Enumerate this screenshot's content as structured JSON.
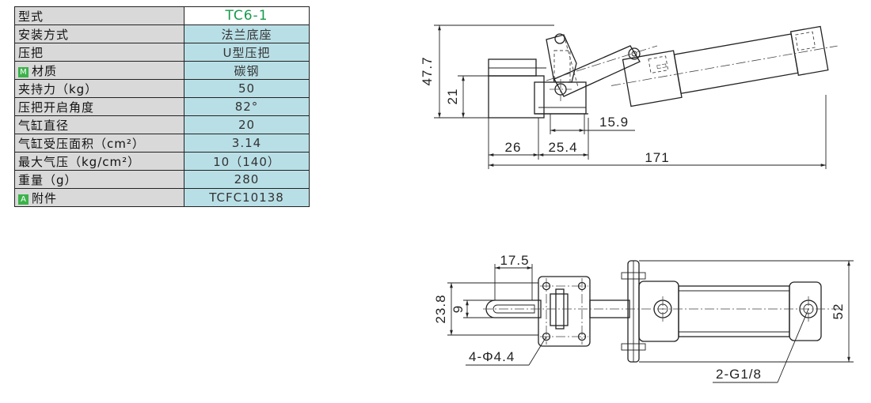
{
  "table": {
    "model_label": "型式",
    "model_value": "TC6-1",
    "rows": [
      {
        "label": "安装方式",
        "value": "法兰底座"
      },
      {
        "label": "压把",
        "value": "U型压把"
      },
      {
        "label": "材质",
        "value": "碳钢",
        "badge": "M"
      },
      {
        "label": "夹持力（kg）",
        "value": "50"
      },
      {
        "label": "压把开启角度",
        "value": "82°"
      },
      {
        "label": "气缸直径",
        "value": "20"
      },
      {
        "label": "气缸受压面积（cm²）",
        "value": "3.14"
      },
      {
        "label": "最大气压（kg/cm²）",
        "value": "10（140）"
      },
      {
        "label": "重量（g）",
        "value": "280"
      },
      {
        "label": "附件",
        "value": "TCFC10138",
        "badge": "A"
      }
    ]
  },
  "side_view_dims": {
    "height_total": "47.7",
    "height_base": "21",
    "offset": "15.9",
    "left": "26",
    "mid": "25.4",
    "length": "171"
  },
  "top_view_dims": {
    "slot": "17.5",
    "width": "23.8",
    "slot_width": "9",
    "holes": "4-Φ4.4",
    "ports": "2-G1/8",
    "height": "52"
  },
  "colors": {
    "label_bg": "#d9d9d9",
    "value_bg": "#b9dfe6",
    "model_text": "#169a4c",
    "badge": "#3bb34a"
  }
}
